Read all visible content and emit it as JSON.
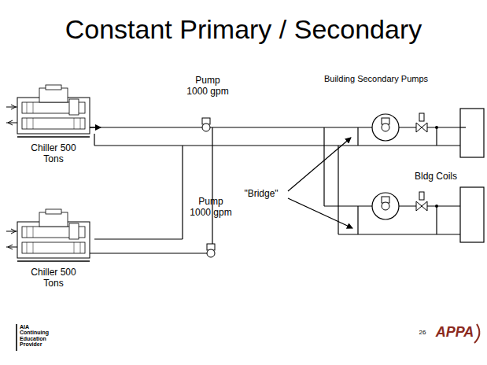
{
  "diagram": {
    "title": "Constant Primary / Secondary",
    "nodes": [
      {
        "text": [
          "Chiller 500 Tons"
        ]
      },
      {
        "text": [
          "Chiller 500 Tons"
        ]
      }
    ],
    "labels": [
      "Pump 1000 gpm",
      "Pump 1000 gpm",
      "Building Secondary Pumps",
      "\"Bridge\"",
      "Bldg Coils",
      "AIA Continuing Education Provider",
      "26",
      "APPA"
    ]
  }
}
